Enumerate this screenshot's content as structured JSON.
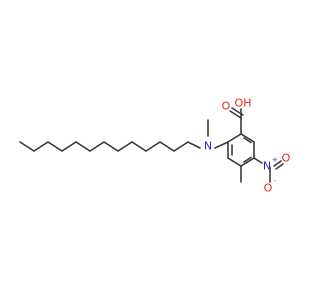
{
  "atom_labels": {
    "acid": "OH",
    "acid_o": "O",
    "amine": "N",
    "nitro_n": "N",
    "nitro_plus": "+",
    "nitro_o": "O",
    "nitro_minus": "-"
  },
  "colors": {
    "bond": "#3a3a3a",
    "oxygen": "#e8251d",
    "nitrogen": "#2a2acf",
    "background": "#ffffff"
  }
}
